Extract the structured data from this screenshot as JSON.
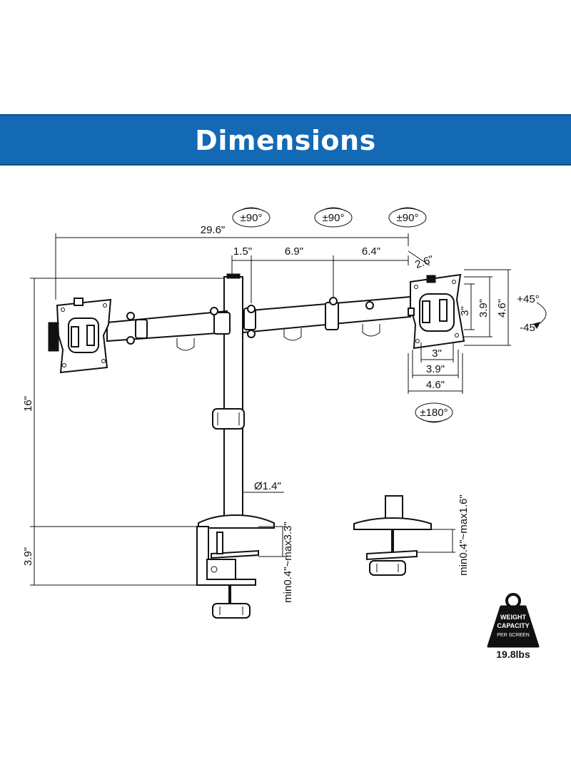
{
  "title": "Dimensions",
  "rotations": {
    "arm_left": "±90°",
    "arm_middle": "±90°",
    "arm_right": "±90°",
    "vesa_plate": "±180°",
    "tilt_up": "+45°",
    "tilt_down": "-45°"
  },
  "dimensions": {
    "total_width": "29.6\"",
    "offset": "1.5\"",
    "arm_segment_1": "6.9\"",
    "arm_segment_2": "6.4\"",
    "head": "2.6\"",
    "height": "16\"",
    "clamp_height": "3.9\"",
    "pole_diameter": "Ø1.4\"",
    "vesa_small": "3\"",
    "vesa_medium": "3.9\"",
    "vesa_large": "4.6\"",
    "clamp_range": "min0.4\"~max3.3\"",
    "grommet_range": "min0.4\"~max1.6\""
  },
  "badge": {
    "line1": "WEIGHT",
    "line2": "CAPACITY",
    "line3": "PER SCREEN",
    "value": "19.8lbs"
  }
}
